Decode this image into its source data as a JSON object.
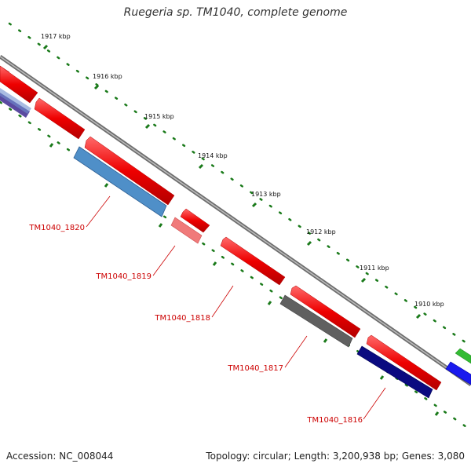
{
  "title": "Ruegeria sp. TM1040, complete genome",
  "tick_labels": [
    "1917 kbp",
    "1916 kbp",
    "1915 kbp",
    "1914 kbp",
    "1913 kbp",
    "1912 kbp",
    "1911 kbp",
    "1910 kbp"
  ],
  "genes": [
    "TM1040_1820",
    "TM1040_1819",
    "TM1040_1818",
    "TM1040_1817",
    "TM1040_1816"
  ],
  "footer": {
    "accession_label": "Accession:",
    "accession": "NC_008044",
    "topology_label": "Topology:",
    "topology": "circular",
    "length_label": "Length:",
    "length": "3,200,938 bp",
    "genes_label": "Genes:",
    "genes": "3,080"
  },
  "colors": {
    "backbone": "#7a7a7a",
    "tick": "#1a7a1a",
    "label": "#cc0000",
    "forward_cds": "#ee0000",
    "pseudo": "#f07a7a",
    "steelblue": "#4f8fc8",
    "navy": "#0a0a80",
    "grey": "#606060",
    "green": "#33bb33",
    "blue": "#1a1aee",
    "purple": "#5a4aa0"
  }
}
